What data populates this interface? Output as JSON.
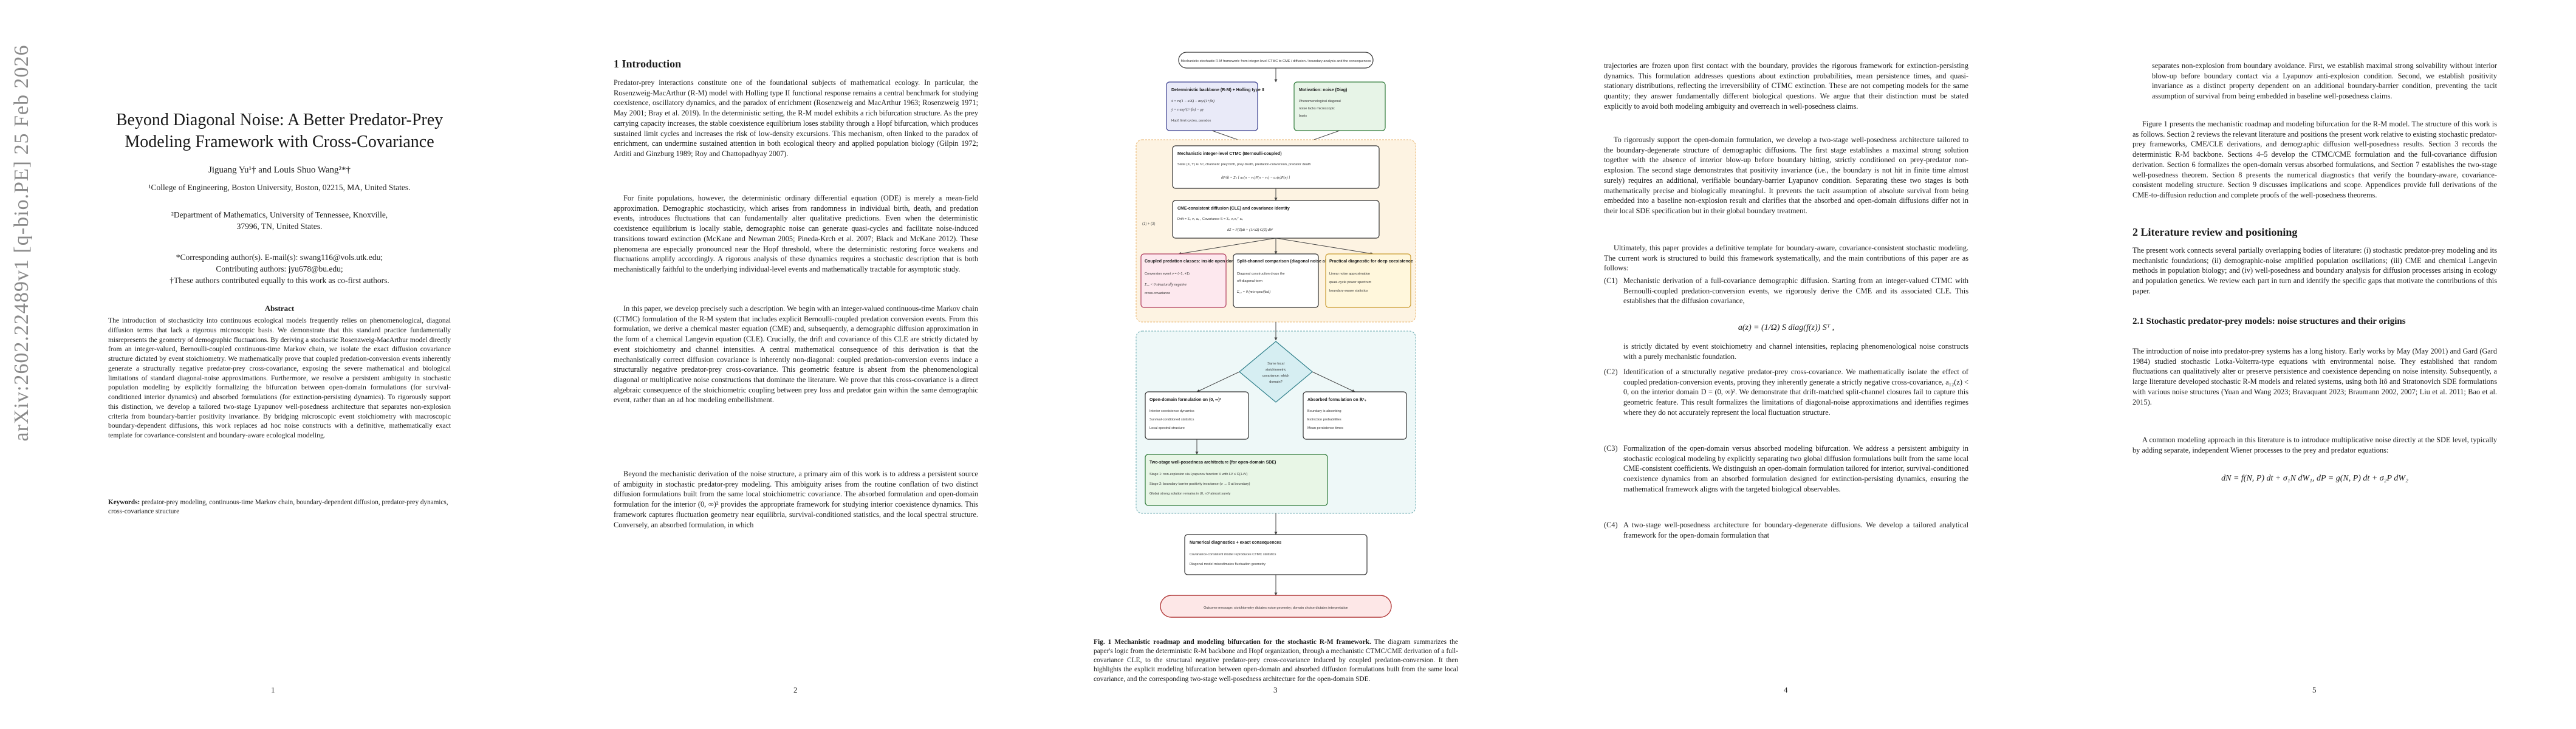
{
  "pages": {
    "p1": {
      "arxiv_stamp": "arXiv:2602.22489v1  [q-bio.PE]  25 Feb 2026",
      "title": "Beyond Diagonal Noise: A Better Predator-Prey Modeling Framework with Cross-Covariance",
      "authors": "Jiguang Yu¹† and Louis Shuo Wang²*†",
      "affiliation_1": "¹College of Engineering, Boston University, Boston, 02215, MA, United States.",
      "affiliation_2a": "²Department of Mathematics, University of Tennessee, Knoxville,",
      "affiliation_2b": "37996, TN, United States.",
      "corresponding": "*Corresponding author(s). E-mail(s): swang116@vols.utk.edu;",
      "contributing": "Contributing authors: jyu678@bu.edu;",
      "equal": "†These authors contributed equally to this work as co-first authors.",
      "abstract_heading": "Abstract",
      "abstract": "The introduction of stochasticity into continuous ecological models frequently relies on phenomenological, diagonal diffusion terms that lack a rigorous microscopic basis. We demonstrate that this standard practice fundamentally misrepresents the geometry of demographic fluctuations. By deriving a stochastic Rosenzweig-MacArthur model directly from an integer-valued, Bernoulli-coupled continuous-time Markov chain, we isolate the exact diffusion covariance structure dictated by event stoichiometry. We mathematically prove that coupled predation-conversion events inherently generate a structurally negative predator-prey cross-covariance, exposing the severe mathematical and biological limitations of standard diagonal-noise approximations. Furthermore, we resolve a persistent ambiguity in stochastic population modeling by explicitly formalizing the bifurcation between open-domain formulations (for survival-conditioned interior dynamics) and absorbed formulations (for extinction-persisting dynamics). To rigorously support this distinction, we develop a tailored two-stage Lyapunov well-posedness architecture that separates non-explosion criteria from boundary-barrier positivity invariance. By bridging microscopic event stoichiometry with macroscopic boundary-dependent diffusions, this work replaces ad hoc noise constructs with a definitive, mathematically exact template for covariance-consistent and boundary-aware ecological modeling.",
      "keywords_label": "Keywords:",
      "keywords": "predator-prey modeling, continuous-time Markov chain, boundary-dependent diffusion, predator-prey dynamics, cross-covariance structure",
      "page_number": "1"
    },
    "p2": {
      "section_heading": "1  Introduction",
      "para_1": "Predator-prey interactions constitute one of the foundational subjects of mathematical ecology. In particular, the Rosenzweig-MacArthur (R-M) model with Holling type II functional response remains a central benchmark for studying coexistence, oscillatory dynamics, and the paradox of enrichment (Rosenzweig and MacArthur 1963; Rosenzweig 1971; May 2001; Bray et al. 2019). In the deterministic setting, the R-M model exhibits a rich bifurcation structure. As the prey carrying capacity increases, the stable coexistence equilibrium loses stability through a Hopf bifurcation, which produces sustained limit cycles and increases the risk of low-density excursions. This mechanism, often linked to the paradox of enrichment, can undermine sustained attention in both ecological theory and applied population biology (Gilpin 1972; Arditi and Ginzburg 1989; Roy and Chattopadhyay 2007).",
      "para_2": "For finite populations, however, the deterministic ordinary differential equation (ODE) is merely a mean-field approximation. Demographic stochasticity, which arises from randomness in individual birth, death, and predation events, introduces fluctuations that can fundamentally alter qualitative predictions. Even when the deterministic coexistence equilibrium is locally stable, demographic noise can generate quasi-cycles and facilitate noise-induced transitions toward extinction (McKane and Newman 2005; Pineda-Krch et al. 2007; Black and McKane 2012). These phenomena are especially pronounced near the Hopf threshold, where the deterministic restoring force weakens and fluctuations amplify accordingly. A rigorous analysis of these dynamics requires a stochastic description that is both mechanistically faithful to the underlying individual-level events and mathematically tractable for asymptotic study.",
      "para_3": "In this paper, we develop precisely such a description. We begin with an integer-valued continuous-time Markov chain (CTMC) formulation of the R-M system that includes explicit Bernoulli-coupled predation conversion events. From this formulation, we derive a chemical master equation (CME) and, subsequently, a demographic diffusion approximation in the form of a chemical Langevin equation (CLE). Crucially, the drift and covariance of this CLE are strictly dictated by event stoichiometry and channel intensities. A central mathematical consequence of this derivation is that the mechanistically correct diffusion covariance is inherently non-diagonal: coupled predation-conversion events induce a structurally negative predator-prey cross-covariance. This geometric feature is absent from the phenomenological diagonal or multiplicative noise constructions that dominate the literature. We prove that this cross-covariance is a direct algebraic consequence of the stoichiometric coupling between prey loss and predator gain within the same demographic event, rather than an ad hoc modeling embellishment.",
      "para_4": "Beyond the mechanistic derivation of the noise structure, a primary aim of this work is to address a persistent source of ambiguity in stochastic predator-prey modeling. This ambiguity arises from the routine conflation of two distinct diffusion formulations built from the same local stoichiometric covariance. The absorbed formulation and open-domain formulation for the interior (0, ∞)² provides the appropriate framework for studying interior coexistence dynamics. This framework captures fluctuation geometry near equilibria, survival-conditioned statistics, and the local spectral structure. Conversely, an absorbed formulation, in which",
      "page_number": "2"
    },
    "p3": {
      "fig_top": "Mechanistic stochastic R-M framework: from integer-level CTMC to CME / diffusion / boundary analysis and the consequences",
      "fig_det_title": "Deterministic backbone (R-M) + Holling type II",
      "fig_det_line1": "ẋ = rx(1 − x/K) − αxy/(1+βx)",
      "fig_det_line2": "ẏ = ε αxy/(1+βx) − μy",
      "fig_det_line3": "Hopf, limit cycles, paradox",
      "fig_motiv_title": "Motivation: noise (Diag)",
      "fig_motiv_line1": "Phenomenological diagonal",
      "fig_motiv_line2": "noise lacks microscopic",
      "fig_motiv_line3": "basis",
      "fig_ctmc_title": "Mechanistic integer-level CTMC (Bernoulli-coupled)",
      "fig_ctmc_line1": "State (X, Y) ∈ ℕ², channels: prey birth, prey death, predation-conversion, predator death",
      "fig_ctmc_line2": "dP/dt = Σₖ [ aₖ(n − νₖ)P(n − νₖ) − aₖ(n)P(n) ]",
      "fig_cme_title": "CME-consistent diffusion (CLE) and covariance identity",
      "fig_cme_line1": "Drift = Σₖ νₖ aₖ ,  Covariance S = Σₖ νₖνₖᵀ aₖ",
      "fig_cme_line2": "dZ = F(Z)dt + (1/√Ω) G(Z) dW",
      "fig_region_label": "(1) + (3)",
      "fig_box1_title": "Coupled predation classes: inside open domain",
      "fig_box1_line1": "Conversion event ν = (−1, +1)",
      "fig_box1_line2": "Σ₁₂ < 0 structurally negative",
      "fig_box1_line3": "cross-covariance",
      "fig_box2_title": "Split-channel comparison (diagonal noise also)",
      "fig_box2_line1": "Diagonal construction drops the",
      "fig_box2_line2": "off-diagonal term",
      "fig_box2_line3": "Σ₁₂ = 0 (mis-specified)",
      "fig_box3_title": "Practical diagnostic for deep coexistence",
      "fig_box3_line1": "Linear noise approximation",
      "fig_box3_line2": "quasi-cycle power spectrum",
      "fig_box3_line3": "boundary-aware statistics",
      "fig_diamond_line1": "Same local",
      "fig_diamond_line2": "stoichiometric",
      "fig_diamond_line3": "covariance: which",
      "fig_diamond_line4": "domain?",
      "fig_open_title": "Open-domain formulation on (0, ∞)²",
      "fig_open_line1": "Interior coexistence dynamics",
      "fig_open_line2": "Survival-conditioned statistics",
      "fig_open_line3": "Local spectral structure",
      "fig_abs_title": "Absorbed formulation on ℝ²₊",
      "fig_abs_line1": "Boundary is absorbing",
      "fig_abs_line2": "Extinction probabilities",
      "fig_abs_line3": "Mean persistence times",
      "fig_lyap_title": "Two-stage well-posedness architecture (for open-domain SDE)",
      "fig_lyap_line1": "Stage 1: non-explosion via Lyapunov function V with LV ≤ C(1+V)",
      "fig_lyap_line2": "Stage 2: boundary-barrier positivity invariance (σ → 0 at boundary)",
      "fig_lyap_line3": "Global strong solution remains in (0, ∞)² almost surely",
      "fig_result_title": "Numerical diagnostics + exact consequences",
      "fig_result_line1": "Covariance-consistent model reproduces CTMC statistics",
      "fig_result_line2": "Diagonal model misestimates fluctuation geometry",
      "fig_outcome": "Outcome message: stoichiometry dictates noise geometry; domain choice dictates interpretation",
      "caption_label": "Fig. 1",
      "caption_bold": "Mechanistic roadmap and modeling bifurcation for the stochastic R-M framework.",
      "caption_body": "The diagram summarizes the paper's logic from the deterministic R-M backbone and Hopf organization, through a mechanistic CTMC/CME derivation of a full-covariance CLE, to the structural negative predator-prey cross-covariance induced by coupled predation-conversion. It then highlights the explicit modeling bifurcation between open-domain and absorbed diffusion formulations built from the same local covariance, and the corresponding two-stage well-posedness architecture for the open-domain SDE.",
      "page_number": "3"
    },
    "p4": {
      "para_1": "trajectories are frozen upon first contact with the boundary, provides the rigorous framework for extinction-persisting dynamics. This formulation addresses questions about extinction probabilities, mean persistence times, and quasi-stationary distributions, reflecting the irreversibility of CTMC extinction. These are not competing models for the same quantity; they answer fundamentally different biological questions. We argue that their distinction must be stated explicitly to avoid both modeling ambiguity and overreach in well-posedness claims.",
      "para_2": "To rigorously support the open-domain formulation, we develop a two-stage well-posedness architecture tailored to the boundary-degenerate structure of demographic diffusions. The first stage establishes a maximal strong solution together with the absence of interior blow-up before boundary hitting, strictly conditioned on prey-predator non-explosion. The second stage demonstrates that positivity invariance (i.e., the boundary is not hit in finite time almost surely) requires an additional, verifiable boundary-barrier Lyapunov condition. Separating these two stages is both mathematically precise and biologically meaningful. It prevents the tacit assumption of absolute survival from being embedded into a baseline non-explosion result and clarifies that the absorbed and open-domain diffusions differ not in their local SDE specification but in their global boundary treatment.",
      "para_3": "Ultimately, this paper provides a definitive template for boundary-aware, covariance-consistent stochastic modeling. The current work is structured to build this framework systematically, and the main contributions of this paper are as follows:",
      "c1_label": "(C1)",
      "c1": "Mechanistic derivation of a full-covariance demographic diffusion. Starting from an integer-valued CTMC with Bernoulli-coupled predation-conversion events, we rigorously derive the CME and its associated CLE. This establishes that the diffusion covariance,",
      "eq": "a(z) = (1/Ω) S diag(f(z)) Sᵀ ,",
      "after_eq": "is strictly dictated by event stoichiometry and channel intensities, replacing phenomenological noise constructs with a purely mechanistic foundation.",
      "c2_label": "(C2)",
      "c2": "Identification of a structurally negative predator-prey cross-covariance. We mathematically isolate the effect of coupled predation-conversion events, proving they inherently generate a strictly negative cross-covariance, a₁₂(z) < 0, on the interior domain D = (0, ∞)². We demonstrate that drift-matched split-channel closures fail to capture this geometric feature. This result formalizes the limitations of diagonal-noise approximations and identifies regimes where they do not accurately represent the local fluctuation structure.",
      "c3_label": "(C3)",
      "c3": "Formalization of the open-domain versus absorbed modeling bifurcation. We address a persistent ambiguity in stochastic ecological modeling by explicitly separating two global diffusion formulations built from the same local CME-consistent coefficients. We distinguish an open-domain formulation tailored for interior, survival-conditioned coexistence dynamics from an absorbed formulation designed for extinction-persisting dynamics, ensuring the mathematical framework aligns with the targeted biological observables.",
      "c4_label": "(C4)",
      "c4": "A two-stage well-posedness architecture for boundary-degenerate diffusions. We develop a tailored analytical framework for the open-domain formulation that",
      "page_number": "4"
    },
    "p5": {
      "para_1": "separates non-explosion from boundary avoidance. First, we establish maximal strong solvability without interior blow-up before boundary contact via a Lyapunov anti-explosion condition. Second, we establish positivity invariance as a distinct property dependent on an additional boundary-barrier condition, preventing the tacit assumption of survival from being embedded in baseline well-posedness claims.",
      "para_2": "Figure 1 presents the mechanistic roadmap and modeling bifurcation for the R-M model. The structure of this work is as follows. Section 2 reviews the relevant literature and positions the present work relative to existing stochastic predator-prey frameworks, CME/CLE derivations, and demographic diffusion well-posedness results. Section 3 records the deterministic R-M backbone. Sections 4–5 develop the CTMC/CME formulation and the full-covariance diffusion derivation. Section 6 formalizes the open-domain versus absorbed formulations, and Section 7 establishes the two-stage well-posedness theorem. Section 8 presents the numerical diagnostics that verify the boundary-aware, covariance-consistent modeling structure. Section 9 discusses implications and scope. Appendices provide full derivations of the CME-to-diffusion reduction and complete proofs of the well-posedness theorems.",
      "section_heading": "2  Literature review and positioning",
      "para_3": "The present work connects several partially overlapping bodies of literature: (i) stochastic predator-prey modeling and its mechanistic foundations; (ii) demographic-noise amplified population oscillations; (iii) CME and chemical Langevin methods in population biology; and (iv) well-posedness and boundary analysis for diffusion processes arising in ecology and population genetics. We review each part in turn and identify the specific gaps that motivate the contributions of this paper.",
      "subsection_heading": "2.1  Stochastic predator-prey models: noise structures and their origins",
      "para_4": "The introduction of noise into predator-prey systems has a long history. Early works by May (May 2001) and Gard (Gard 1984) studied stochastic Lotka-Volterra-type equations with environmental noise. They established that random fluctuations can qualitatively alter or preserve persistence and coexistence depending on noise intensity. Subsequently, a large literature developed stochastic R-M models and related systems, using both Itô and Stratonovich SDE formulations with various noise structures (Yuan and Wang 2023; Bravaquant 2023; Braumann 2002, 2007; Liu et al. 2011; Bao et al. 2015).",
      "para_5": "A common modeling approach in this literature is to introduce multiplicative noise directly at the SDE level, typically by adding separate, independent Wiener processes to the prey and predator equations:",
      "eq": "dN = f(N, P) dt + σ₁N dW₁,        dP = g(N, P) dt + σ₂P dW₂",
      "page_number": "5"
    }
  }
}
